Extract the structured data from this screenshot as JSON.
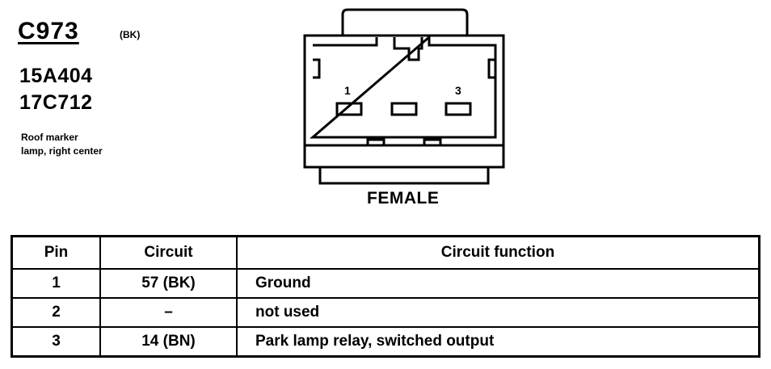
{
  "connector": {
    "id": "C973",
    "color": "(BK)",
    "part_numbers": [
      "15A404",
      "17C712"
    ],
    "description_lines": [
      "Roof marker",
      "lamp, right center"
    ],
    "gender": "FEMALE",
    "pin_labels": [
      "1",
      "3"
    ]
  },
  "table": {
    "headers": {
      "pin": "Pin",
      "circuit": "Circuit",
      "function": "Circuit function"
    },
    "rows": [
      {
        "pin": "1",
        "circuit": "57 (BK)",
        "function": "Ground"
      },
      {
        "pin": "2",
        "circuit": "–",
        "function": "not used"
      },
      {
        "pin": "3",
        "circuit": "14 (BN)",
        "function": "Park lamp relay, switched output"
      }
    ]
  }
}
